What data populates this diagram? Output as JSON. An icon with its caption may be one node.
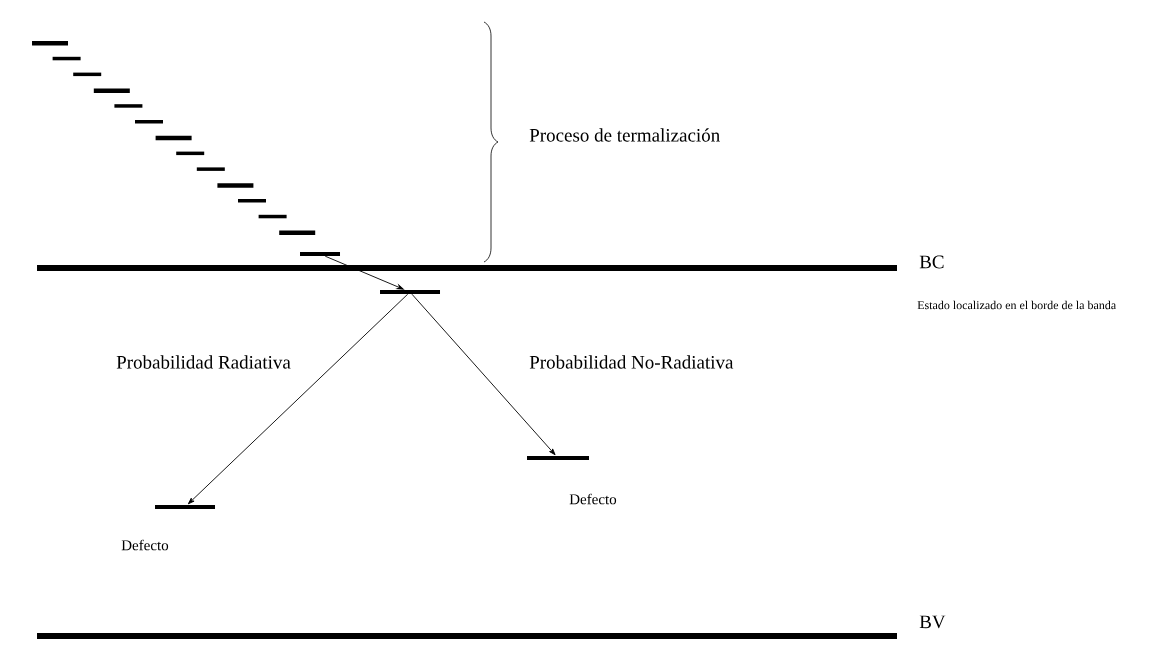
{
  "diagram": {
    "nodes": [
      {
        "text": [],
        "shape": "bar"
      },
      {
        "text": [],
        "shape": "bar"
      },
      {
        "text": [],
        "shape": "bar",
        "beside": [
          "Defecto"
        ]
      },
      {
        "text": [],
        "shape": "bar",
        "beside": [
          "Defecto"
        ]
      }
    ],
    "edges": [
      {
        "from": 0,
        "to": 1,
        "arrow": "to"
      },
      {
        "from": 1,
        "to": 2,
        "arrow": "to",
        "label": "Probabilidad Radiativa"
      },
      {
        "from": 1,
        "to": 3,
        "arrow": "to",
        "label": "Probabilidad No-Radiativa"
      }
    ],
    "labels": [
      "Proceso de termalización",
      "BC",
      "Estado localizado en el borde de la banda",
      "BV"
    ]
  }
}
